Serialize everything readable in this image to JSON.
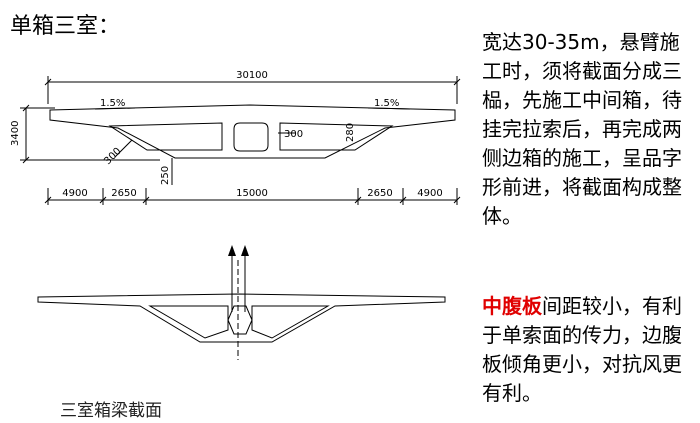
{
  "title": "单箱三室：",
  "top_section": {
    "overall_width": "30100",
    "slope_left": "1.5%",
    "slope_right": "1.5%",
    "height": "3400",
    "web_thickness": "300",
    "bottom_slab": "250",
    "wall_280": "280",
    "haunch_300": "300",
    "segments": [
      "4900",
      "2650",
      "15000",
      "2650",
      "4900"
    ]
  },
  "caption": "三室箱梁截面",
  "paragraph1": "宽达30-35m，悬臂施工时，须将截面分成三榀，先施工中间箱，待挂完拉索后，再完成两侧边箱的施工，呈品字形前进，将截面构成整体。",
  "paragraph2": {
    "highlight": "中腹板",
    "rest": "间距较小，有利于单索面的传力，边腹板倾角更小，对抗风更有利。"
  },
  "colors": {
    "highlight": "#e00000",
    "lines": "#000000"
  }
}
